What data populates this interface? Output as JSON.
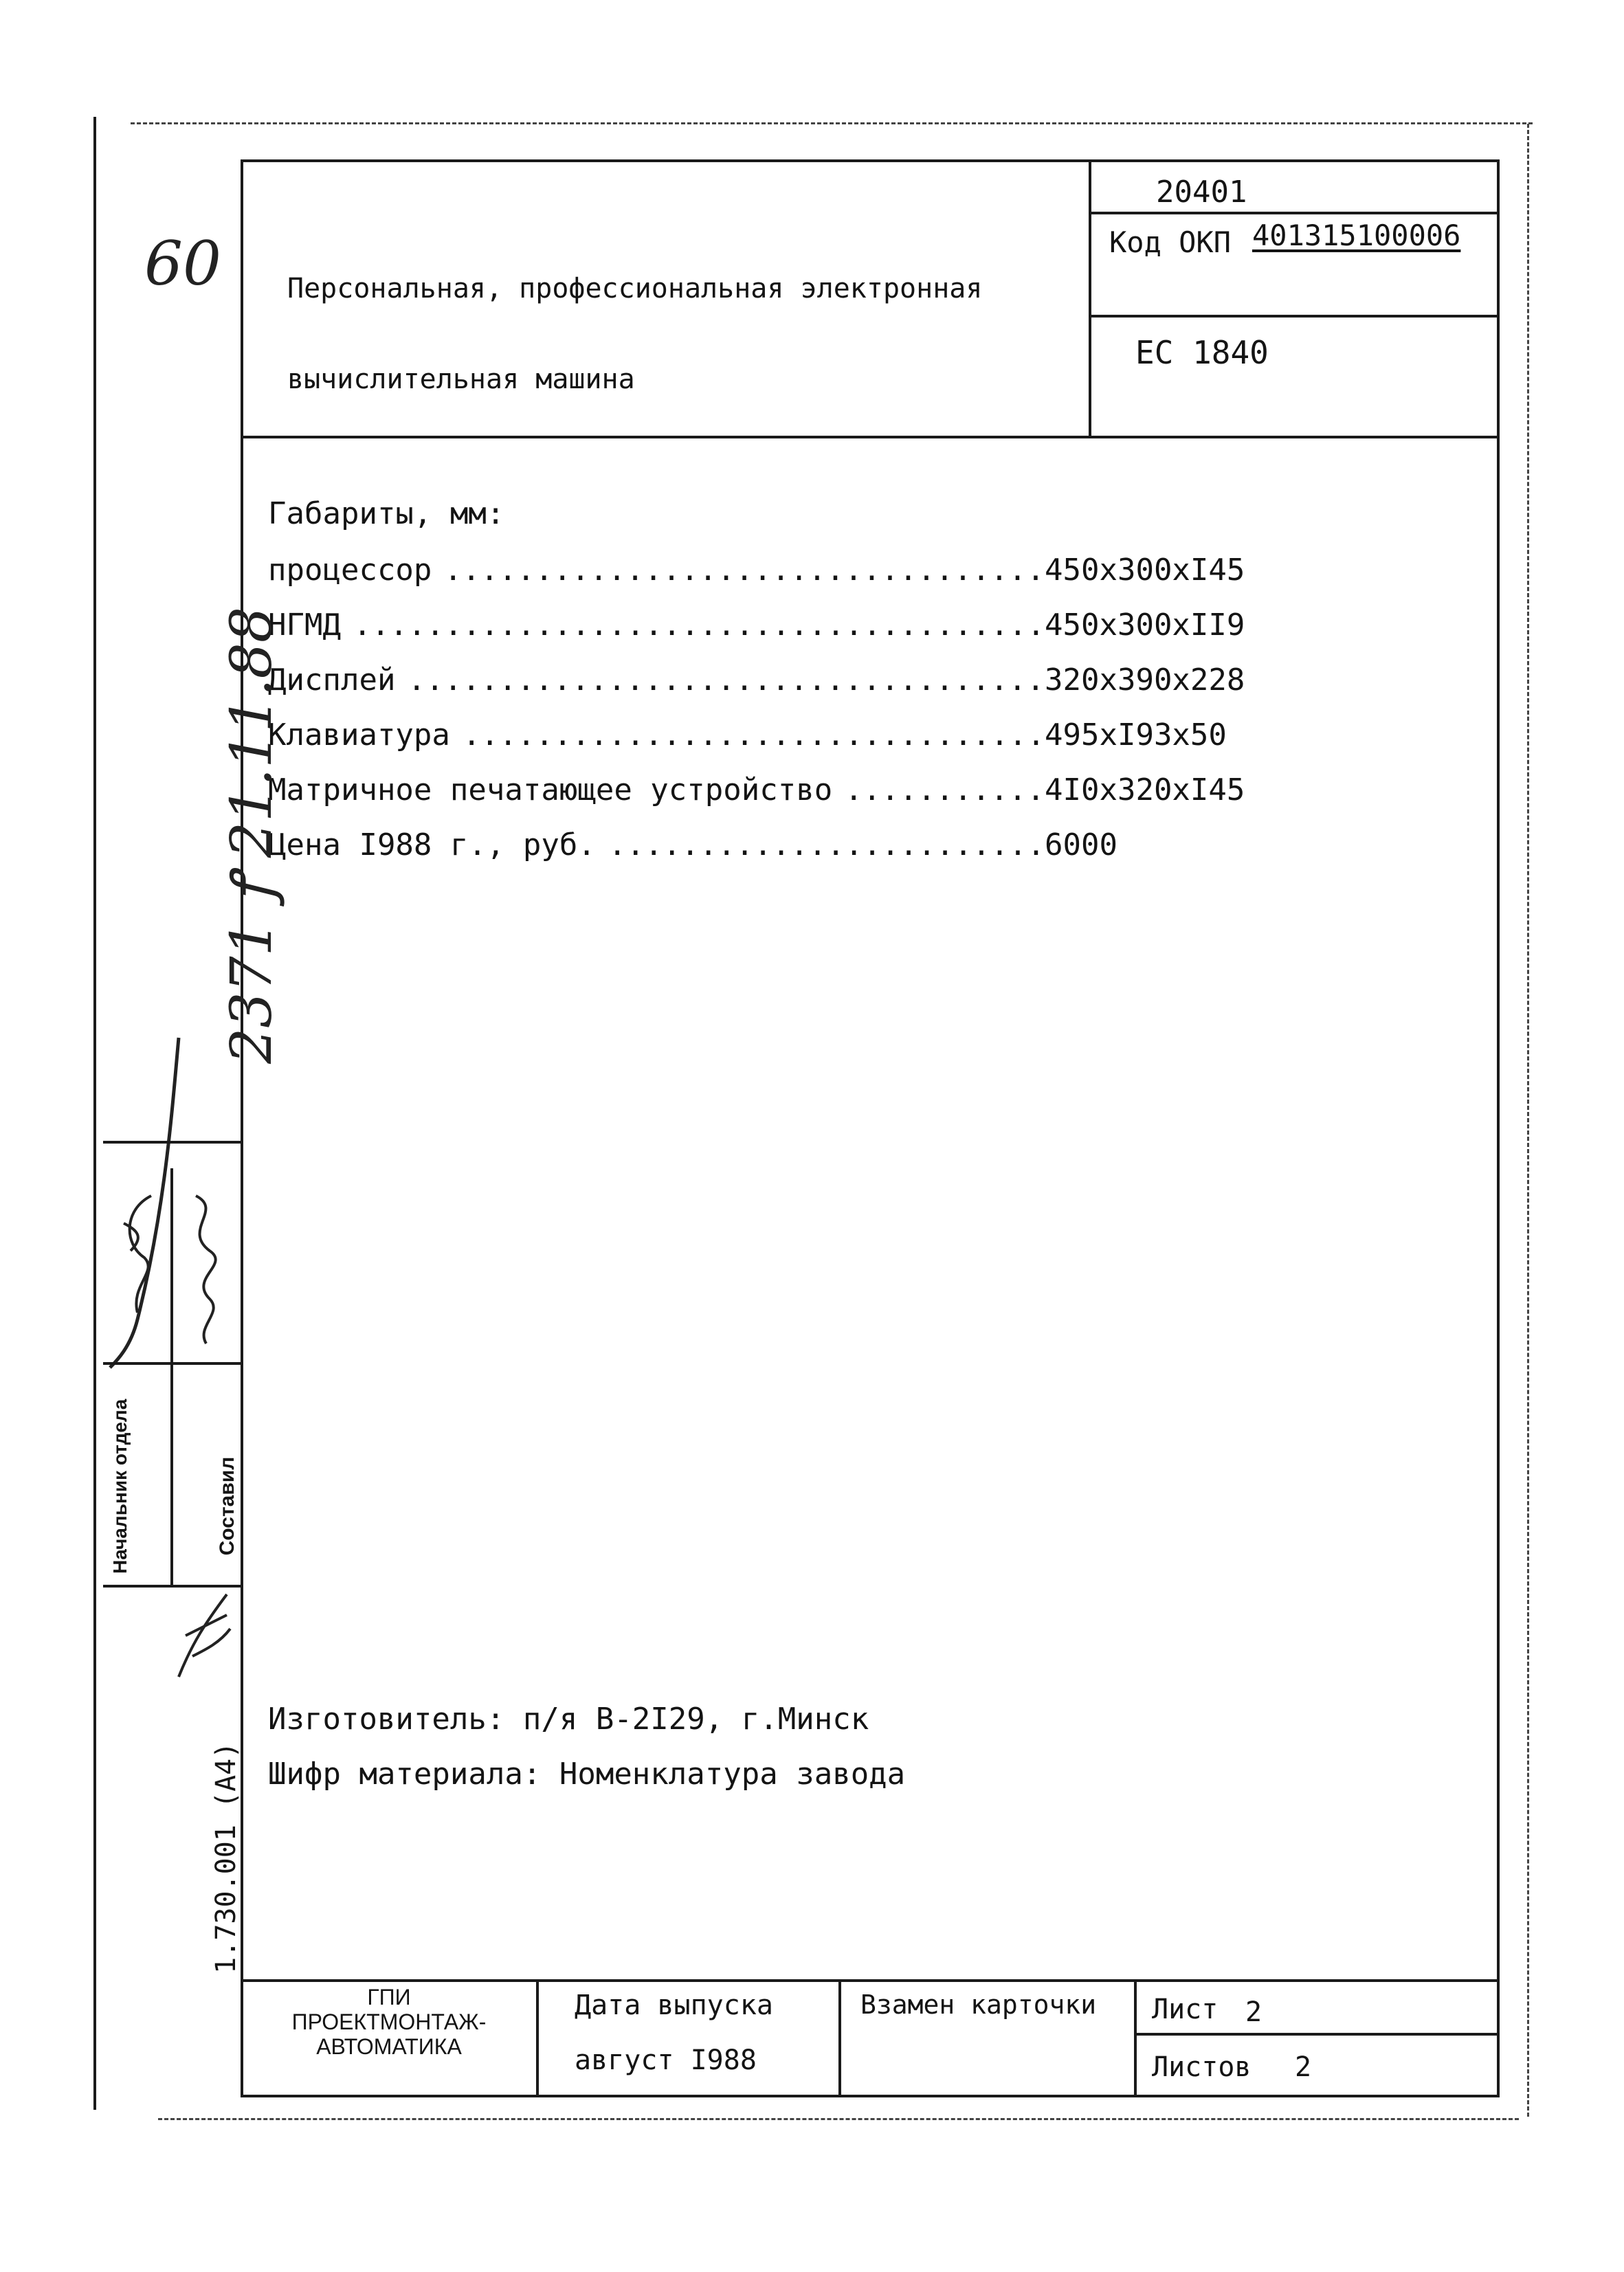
{
  "margin_notes": {
    "page_number": "60",
    "inventory_note": "2371 ",
    "date_note": "21.11.88",
    "sheet_format": "1.730.001 (A4)"
  },
  "side_stamp": {
    "head_label": "Начальник отдела",
    "author_label": "Составил"
  },
  "header": {
    "title_line1": "Персональная, профессиональная электронная",
    "title_line2": "вычислительная машина",
    "group_code": "20401",
    "okp_label": "Код ОКП",
    "okp_code": "401315100006",
    "model": "ЕС 1840"
  },
  "specs": {
    "heading": "Габариты, мм:",
    "rows": [
      {
        "label": "процессор",
        "value": "450x300xI45"
      },
      {
        "label": "НГМД",
        "value": "450x300xII9"
      },
      {
        "label": "Дисплей",
        "value": "320x390x228"
      },
      {
        "label": "Клавиатура",
        "value": "495xI93x50"
      },
      {
        "label": "Матричное печатающее устройство",
        "value": "4I0x320xI45"
      },
      {
        "label": "Цена I988 г., руб.",
        "value": "6000"
      }
    ]
  },
  "footer_info": {
    "manufacturer": "Изготовитель: п/я В-2I29, г.Минск",
    "material_code": "Шифр материала: Номенклатура завода"
  },
  "footer_table": {
    "org_line1": "ГПИ",
    "org_line2": "ПРОЕКТМОНТАЖ-",
    "org_line3": "АВТОМАТИКА",
    "release_label": "Дата выпуска",
    "release_value": "август I988",
    "replace_label": "Взамен карточки",
    "replace_value": "",
    "sheet_label": "Лист",
    "sheet_value": "2",
    "sheets_label": "Листов",
    "sheets_value": "2"
  }
}
